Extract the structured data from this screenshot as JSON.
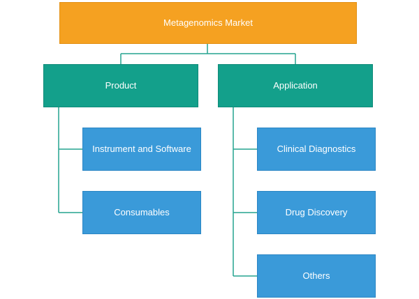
{
  "diagram": {
    "root": {
      "label": "Metagenomics Market"
    },
    "categories": [
      {
        "label": "Product",
        "children": [
          "Instrument and Software",
          "Consumables"
        ]
      },
      {
        "label": "Application",
        "children": [
          "Clinical Diagnostics",
          "Drug Discovery",
          "Others"
        ]
      }
    ]
  },
  "colors": {
    "root": "#f5a121",
    "category": "#13a08b",
    "leaf": "#3a9ad9",
    "connector": "#24a38f",
    "text": "#ffffff"
  }
}
